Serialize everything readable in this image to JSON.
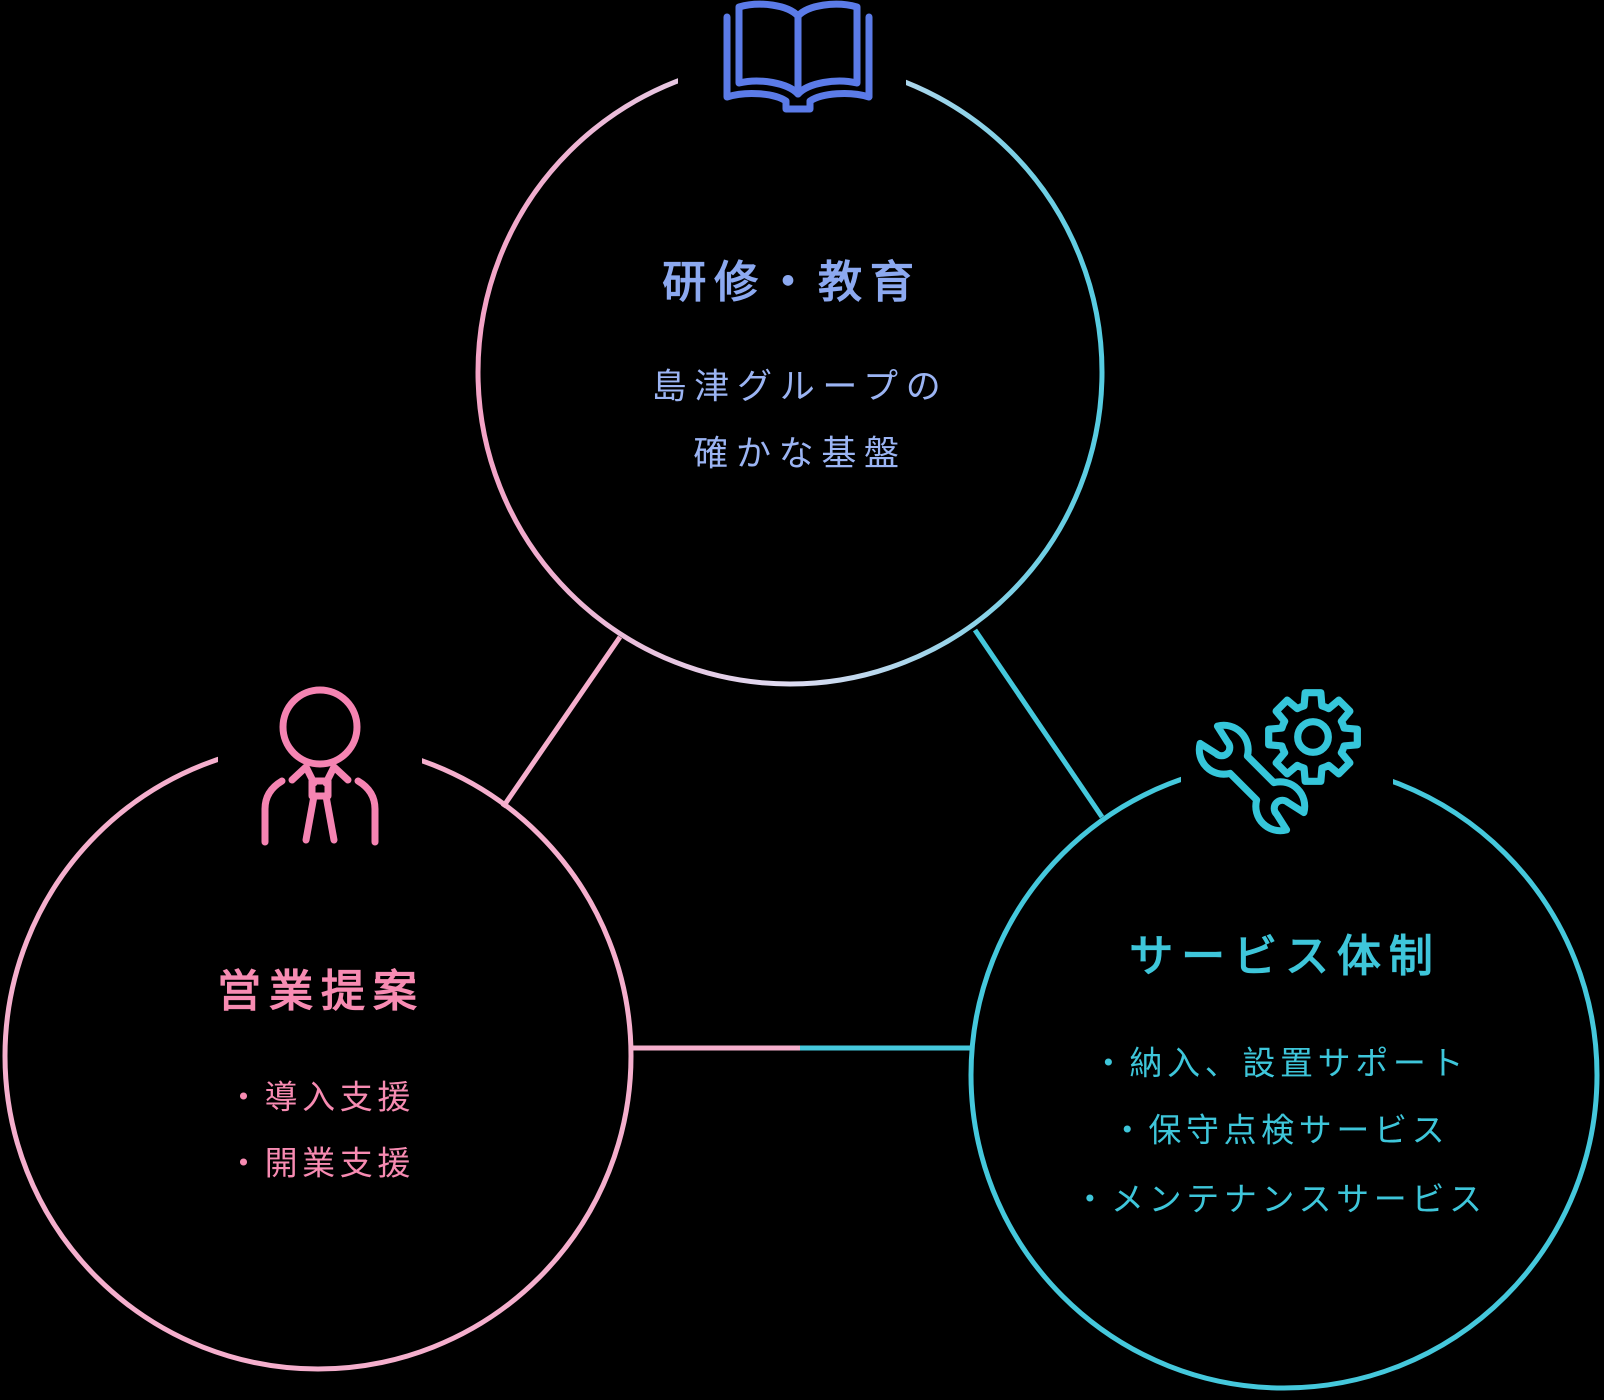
{
  "diagram": {
    "background_color": "#000000",
    "circles": {
      "training": {
        "title": "研修・教育",
        "description_lines": [
          "島津グループの",
          "確かな基盤"
        ],
        "icon": "book-icon",
        "title_color": "#8CA9F0",
        "body_color": "#9BB4F3",
        "icon_color": "#5B7BE8",
        "stroke_gradient": [
          "#F4A3C6",
          "#DFDCF2",
          "#56CCE1"
        ]
      },
      "sales": {
        "title": "営業提案",
        "items": [
          "・導入支援",
          "・開業支援"
        ],
        "icon": "person-icon",
        "text_color": "#F78BB2",
        "stroke_color": "#F5AFCD",
        "icon_color": "#F584B2"
      },
      "service": {
        "title": "サービス体制",
        "items": [
          "・納入、設置サポート",
          "・保守点検サービス",
          "・メンテナンスサービス"
        ],
        "icon": "wrench-gear-icon",
        "text_color": "#3EC6DA",
        "stroke_color": "#45C8DC",
        "icon_color": "#35C6DA"
      }
    },
    "connector_colors": {
      "pink": "#F5AFCD",
      "cyan": "#45C8DC"
    }
  }
}
